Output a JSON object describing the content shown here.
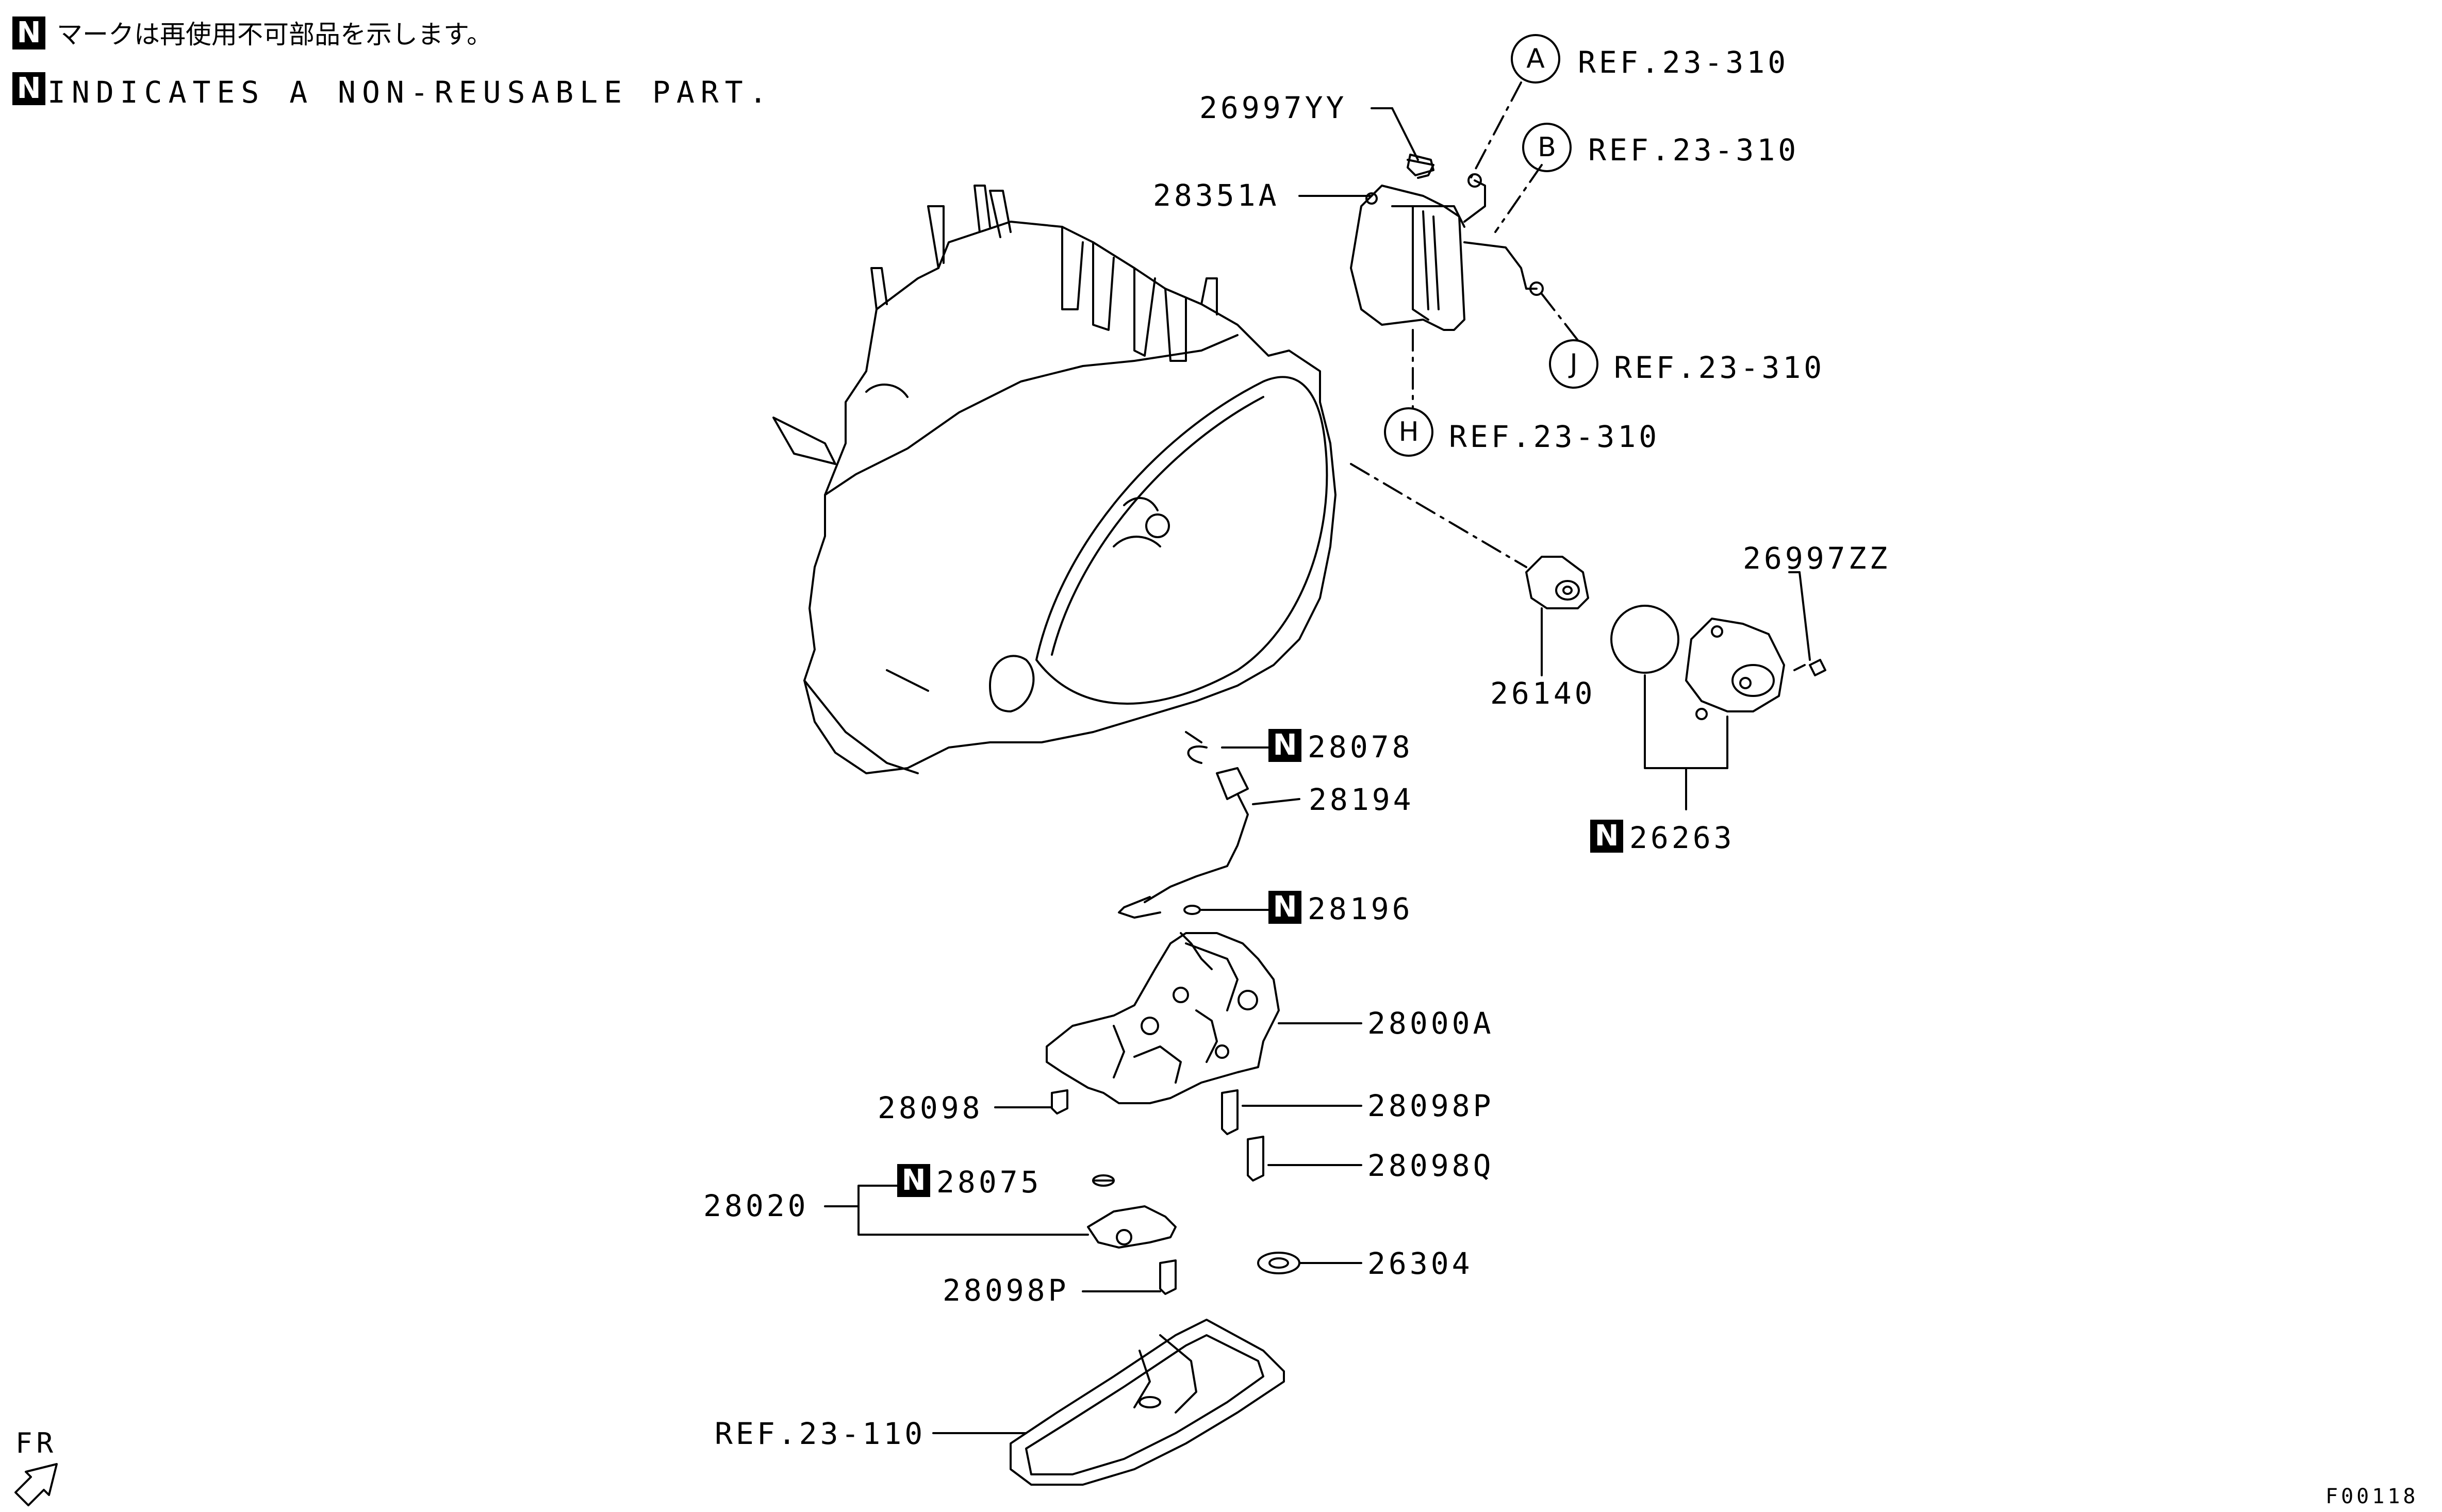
{
  "notes": {
    "badge": "N",
    "jp": "マークは再使用不可部品を示します。",
    "en": "INDICATES A NON-REUSABLE PART."
  },
  "callouts": {
    "a": "A",
    "b": "B",
    "j": "J",
    "h": "H"
  },
  "parts": {
    "p26997yy": "26997YY",
    "p28351a": "28351A",
    "refA": "REF.23-310",
    "refB": "REF.23-310",
    "refJ": "REF.23-310",
    "refH": "REF.23-310",
    "p26997zz": "26997ZZ",
    "p26140": "26140",
    "p26263": "26263",
    "p28078": "28078",
    "p28194": "28194",
    "p28196": "28196",
    "p28000a": "28000A",
    "p28098": "28098",
    "p28098p_1": "28098P",
    "p28098q": "28098Q",
    "p28020": "28020",
    "p28075": "28075",
    "p28098p_2": "28098P",
    "p26304": "26304",
    "ref23110": "REF.23-110"
  },
  "direction_label": "FR",
  "figure_code": "F00118"
}
